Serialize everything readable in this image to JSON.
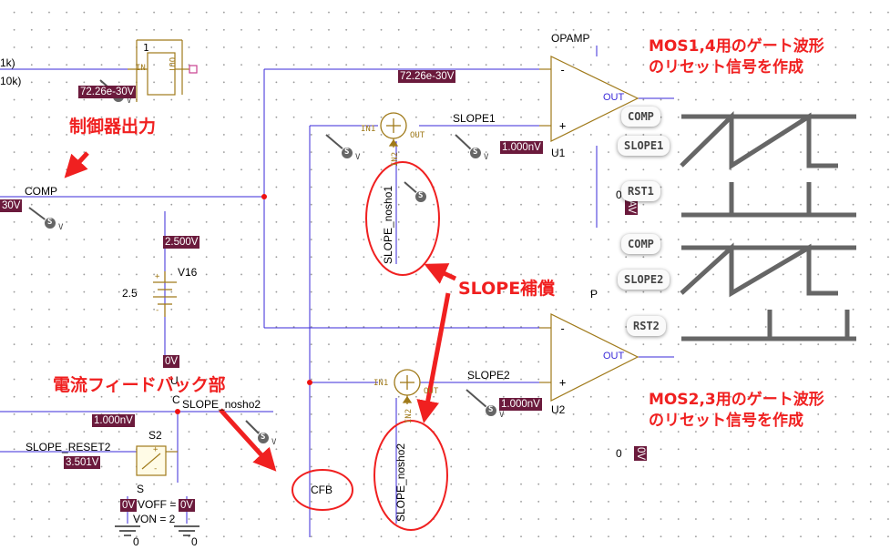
{
  "schematic": {
    "net_comp": "COMP",
    "net_slope1": "SLOPE1",
    "net_slope2": "SLOPE2",
    "net_slope_nosho1": "SLOPE_nosho1",
    "net_slope_nosho2": "SLOPE_nosho2",
    "net_slope_nosho2_v": "SLOPE_nosho2",
    "net_slope_reset2": "SLOPE_RESET2",
    "net_cfb": "CFB",
    "opamp_label": "OPAMP",
    "opamp_out1": "OUT",
    "opamp_out2": "OUT",
    "u1_label": "U1",
    "u2_label": "U2",
    "partial_p": "P",
    "partial_1k": "1k)",
    "partial_10k": "10k)",
    "partial_u": "U",
    "partial_c": "C",
    "partial_0_r1": "0",
    "partial_0_r2": "0",
    "v16_label": "V16",
    "v16_value": "2.5",
    "s2_label": "S2",
    "s_label": "S",
    "voff_label": "VOFF = 0",
    "von_label": "VON = 2",
    "gnd1": "0",
    "gnd2": "0",
    "limiter_pin_1": "1",
    "limiter_pin_in": "IN",
    "limiter_pin_out": "OUT",
    "sum_in1": "IN1",
    "sum_out1": "OUT",
    "sum_in2_top": "IN2",
    "sum_in1_b": "IN1",
    "sum_out2": "OUT",
    "sum_in2_bottom": "IN2",
    "minus": "-",
    "plus": "+",
    "probe": "S",
    "probe_v": "V"
  },
  "markers": {
    "m_lim": "72.26e-30V",
    "m_opamp": "72.26e-30V",
    "m_comp_left": "30V",
    "m_v16": "2.500V",
    "m_0v_left": "0V",
    "m_1nv_u1": "1.000nV",
    "m_1nv_u2": "1.000nV",
    "m_1nv_left": "1.000nV",
    "m_3501": "3.501V",
    "m_0v_s1": "0V",
    "m_0v_s2": "0V",
    "m_av_right": "AV",
    "m_0v_right": "0V"
  },
  "annotations": {
    "controller_out": "制御器出力",
    "slope_comp": "SLOPE補償",
    "current_fb": "電流フィードバック部",
    "mos14_line1": "MOS1,4用のゲート波形",
    "mos14_line2": "のリセット信号を作成",
    "mos23_line1": "MOS2,3用のゲート波形",
    "mos23_line2": "のリセット信号を作成"
  },
  "waveform_labels": {
    "comp1": "COMP",
    "slope1": "SLOPE1",
    "rst1": "RST1",
    "comp2": "COMP",
    "slope2": "SLOPE2",
    "rst2": "RST2"
  },
  "colors": {
    "wire": "#3a2ad8",
    "marker_bg": "#6b1a3c",
    "component": "#a07a1a",
    "annotation": "#f02020",
    "waveform": "#666666"
  }
}
